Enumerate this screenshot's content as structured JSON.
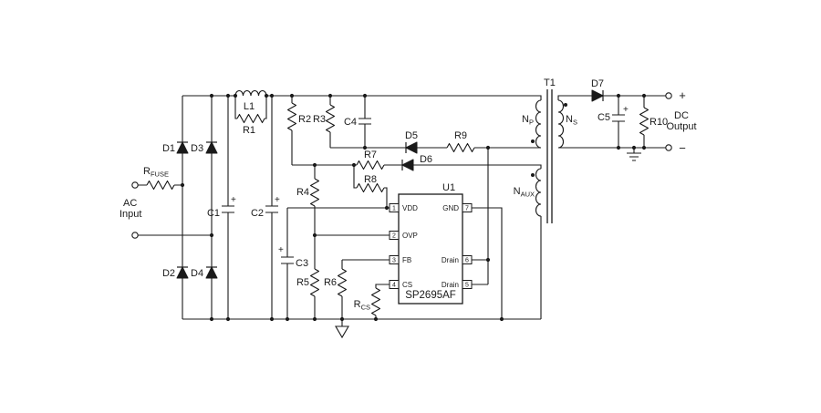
{
  "schematic": {
    "ac_input": {
      "line1": "AC",
      "line2": "Input",
      "fuse": {
        "base": "R",
        "sub": "FUSE"
      }
    },
    "bridge": {
      "d1": "D1",
      "d2": "D2",
      "d3": "D3",
      "d4": "D4"
    },
    "input_filter": {
      "c1": "C1",
      "c2": "C2",
      "l1": "L1",
      "r1": "R1"
    },
    "startup": {
      "r2": "R2"
    },
    "clamp": {
      "r3": "R3",
      "c4": "C4",
      "d5": "D5",
      "r9": "R9"
    },
    "aux_supply": {
      "r7": "R7",
      "d6": "D6",
      "r8": "R8",
      "c3": "C3"
    },
    "dividers": {
      "r4": "R4",
      "r5": "R5",
      "r6": "R6"
    },
    "current_sense": {
      "rcs_base": "R",
      "rcs_sub": "CS"
    },
    "ic": {
      "ref": "U1",
      "part": "SP2695AF",
      "pins_left": [
        {
          "num": "1",
          "name": "VDD"
        },
        {
          "num": "2",
          "name": "OVP"
        },
        {
          "num": "3",
          "name": "FB"
        },
        {
          "num": "4",
          "name": "CS"
        }
      ],
      "pins_right": [
        {
          "num": "7",
          "name": "GND"
        },
        {
          "num": "6",
          "name": "Drain"
        },
        {
          "num": "5",
          "name": "Drain"
        }
      ]
    },
    "transformer": {
      "ref": "T1",
      "np": {
        "base": "N",
        "sub": "P"
      },
      "ns": {
        "base": "N",
        "sub": "S"
      },
      "naux": {
        "base": "N",
        "sub": "AUX"
      }
    },
    "output": {
      "d7": "D7",
      "c5": "C5",
      "r10": "R10",
      "plus": "+",
      "minus": "−",
      "line1": "DC",
      "line2": "Output"
    },
    "symbols": {
      "polarity_plus": "+"
    }
  },
  "colors": {
    "ink": "#1a1a1a",
    "background": "#ffffff"
  }
}
